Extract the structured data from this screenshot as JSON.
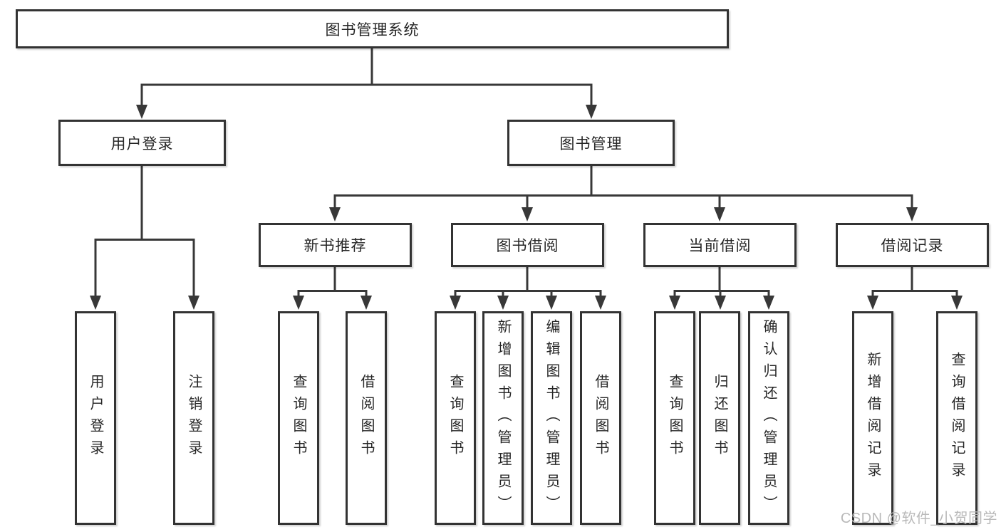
{
  "colors": {
    "background": "#ffffff",
    "line": "#383838",
    "box_border": "#333333",
    "text": "#262626",
    "watermark": "#b9b9b9"
  },
  "watermark": {
    "text": "CSDN @软件_小贺同学"
  },
  "tree": {
    "root": {
      "label": "图书管理系统",
      "children": [
        {
          "label": "用户登录",
          "children": [
            {
              "label": "用户登录"
            },
            {
              "label": "注销登录"
            }
          ]
        },
        {
          "label": "图书管理",
          "children": [
            {
              "label": "新书推荐",
              "children": [
                {
                  "label": "查询图书"
                },
                {
                  "label": "借阅图书"
                }
              ]
            },
            {
              "label": "图书借阅",
              "children": [
                {
                  "label": "查询图书"
                },
                {
                  "label": "新增图书（管理员）"
                },
                {
                  "label": "编辑图书（管理员）"
                },
                {
                  "label": "借阅图书"
                }
              ]
            },
            {
              "label": "当前借阅",
              "children": [
                {
                  "label": "查询图书"
                },
                {
                  "label": "归还图书"
                },
                {
                  "label": "确认归还（管理员）"
                }
              ]
            },
            {
              "label": "借阅记录",
              "children": [
                {
                  "label": "新增借阅记录"
                },
                {
                  "label": "查询借阅记录"
                }
              ]
            }
          ]
        }
      ]
    }
  }
}
